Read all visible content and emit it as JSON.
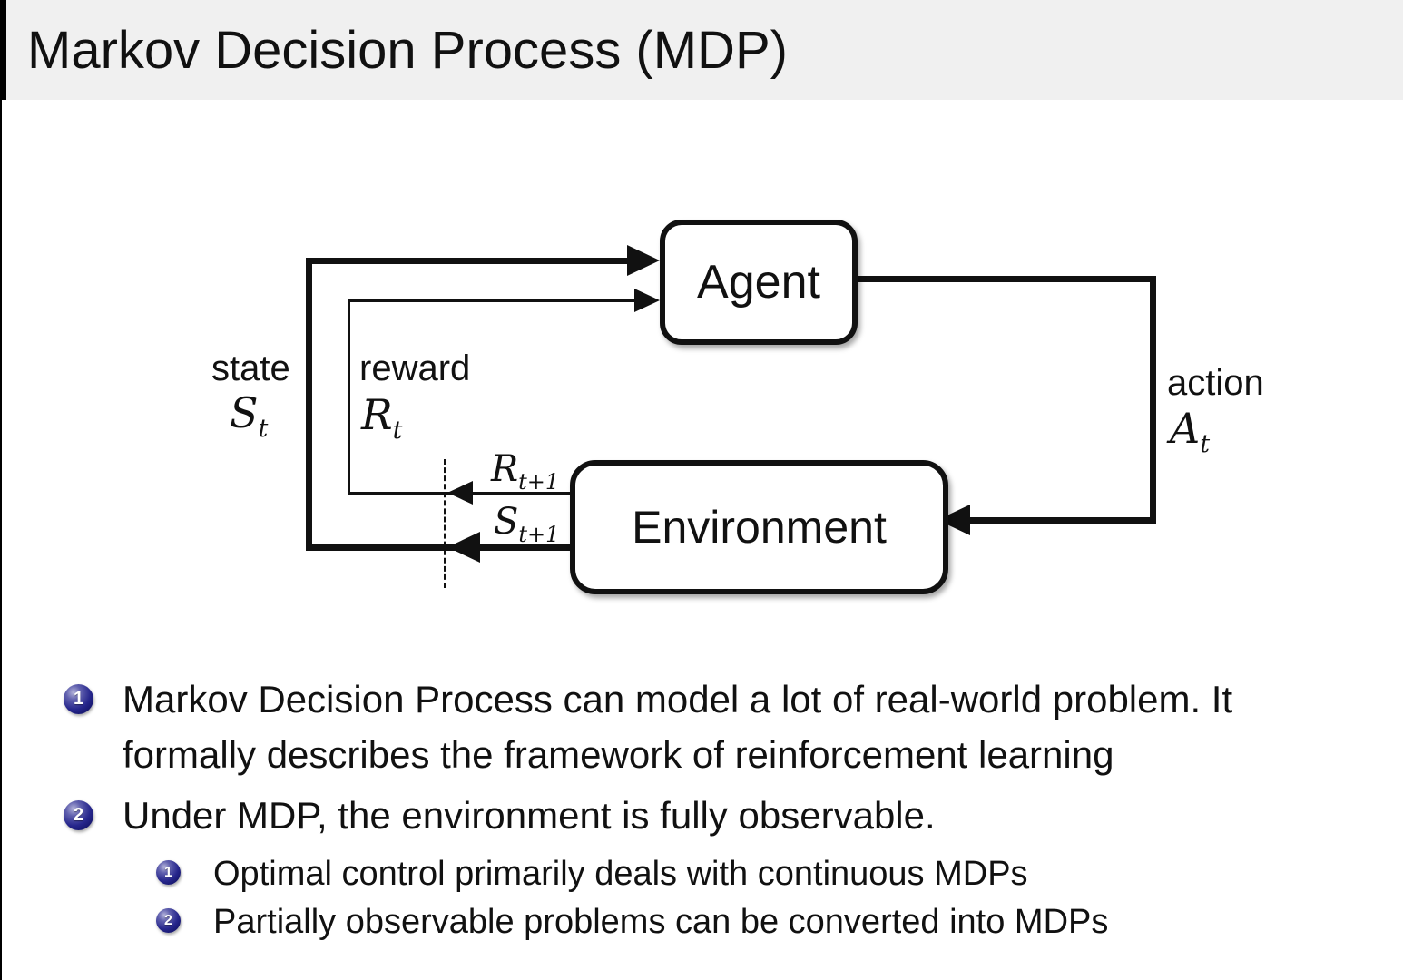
{
  "title": "Markov Decision Process (MDP)",
  "diagram": {
    "agent_label": "Agent",
    "environment_label": "Environment",
    "state": {
      "label": "state",
      "symbol": "S",
      "sub": "t"
    },
    "reward": {
      "label": "reward",
      "symbol": "R",
      "sub": "t"
    },
    "action": {
      "label": "action",
      "symbol": "A",
      "sub": "t"
    },
    "next_reward": {
      "symbol": "R",
      "sub": "t+1"
    },
    "next_state": {
      "symbol": "S",
      "sub": "t+1"
    }
  },
  "bullets": {
    "item1": {
      "num": "1",
      "text": "Markov Decision Process can model a lot of real-world problem. It\nformally describes the framework of reinforcement learning"
    },
    "item2": {
      "num": "2",
      "text": "Under MDP, the environment is fully observable.",
      "sub1": {
        "num": "1",
        "text": "Optimal control primarily deals with continuous MDPs"
      },
      "sub2": {
        "num": "2",
        "text": "Partially observable problems can be converted into MDPs"
      }
    }
  },
  "colors": {
    "badge_blue": "#24248c",
    "title_bg": "#f0f0f0",
    "ink": "#111111"
  }
}
